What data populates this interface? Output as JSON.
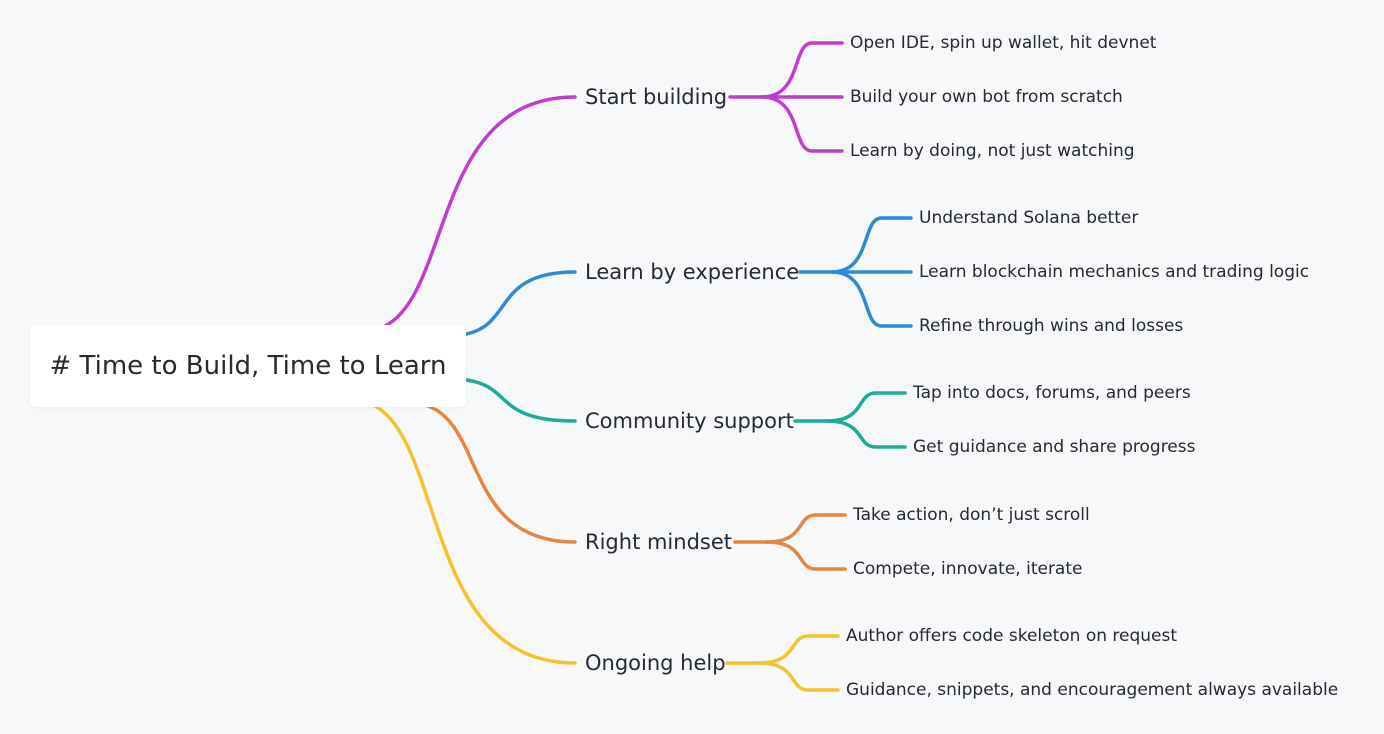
{
  "root": {
    "title": "# Time to Build, Time to Learn"
  },
  "branches": [
    {
      "label": "Start building",
      "color": "#c03ccc",
      "children": [
        "Open IDE, spin up wallet, hit devnet",
        "Build your own bot from scratch",
        "Learn by doing, not just watching"
      ]
    },
    {
      "label": "Learn by experience",
      "color": "#2f88d8",
      "children": [
        "Understand Solana better",
        "Learn blockchain mechanics and trading logic",
        "Refine through wins and losses"
      ]
    },
    {
      "label": "Community support",
      "color": "#1fab9a",
      "children": [
        "Tap into docs, forums, and peers",
        "Get guidance and share progress"
      ]
    },
    {
      "label": "Right mindset",
      "color": "#e5853e",
      "children": [
        "Take action, don’t just scroll",
        "Compete, innovate, iterate"
      ]
    },
    {
      "label": "Ongoing help",
      "color": "#f5c22a",
      "children": [
        "Author offers code skeleton on request",
        "Guidance, snippets, and encouragement always available"
      ]
    }
  ]
}
